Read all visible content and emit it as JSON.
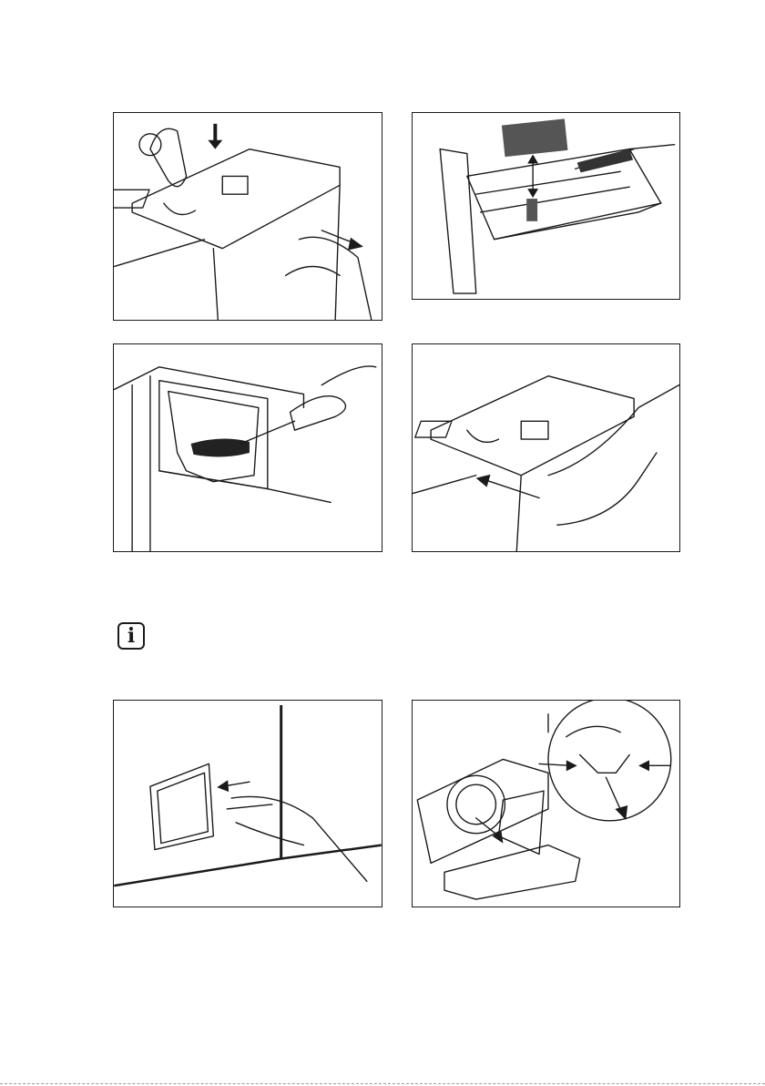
{
  "page": {
    "info_icon_symbol": "i",
    "illustrations": [
      {
        "id": "remove-dispenser",
        "icon": "hand-press-release-arrow"
      },
      {
        "id": "clean-dispenser-insert",
        "icon": "brush-insert-arrow"
      },
      {
        "id": "brush-dispenser-recess",
        "icon": "brush"
      },
      {
        "id": "reinsert-dispenser",
        "icon": "push-arrow"
      },
      {
        "id": "open-filter-door",
        "icon": "open-arrow"
      },
      {
        "id": "remove-emergency-drain-hose",
        "icon": "pull-arrows"
      }
    ]
  }
}
